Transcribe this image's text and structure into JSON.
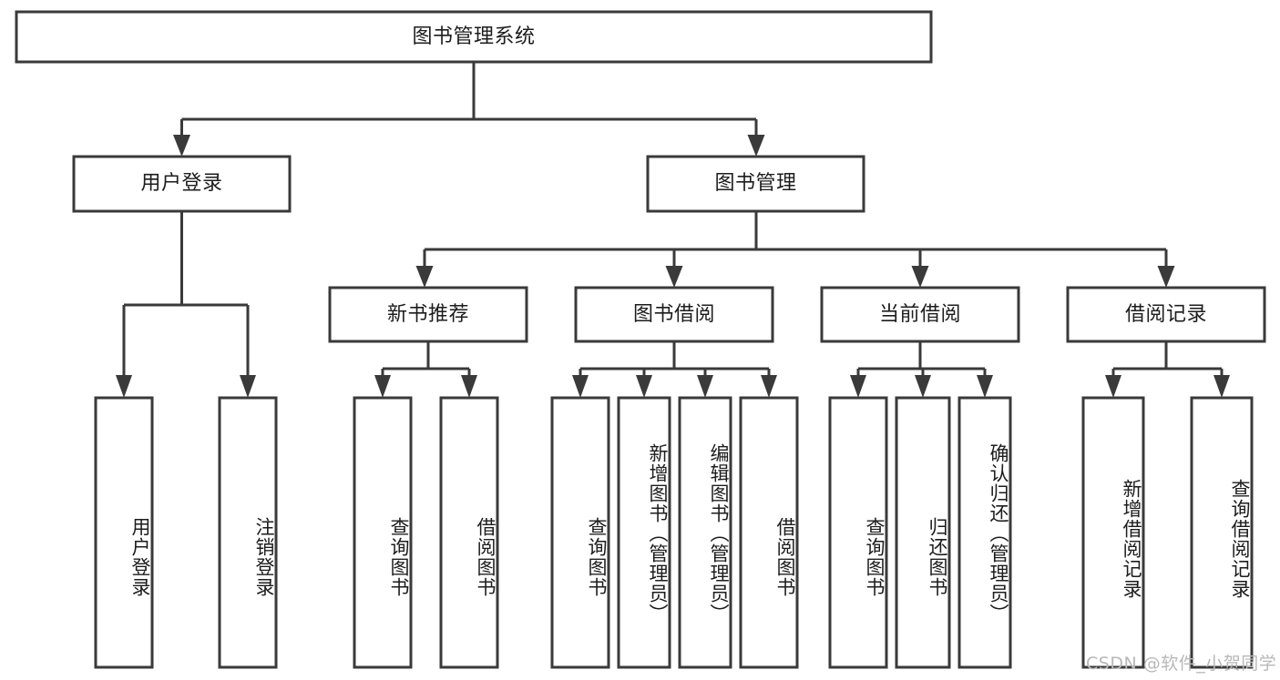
{
  "diagram": {
    "type": "tree-hierarchy-diagram",
    "title": "图书管理系统",
    "root": {
      "label": "图书管理系统",
      "children": [
        {
          "label": "用户登录",
          "children": [
            {
              "label": "用户登录"
            },
            {
              "label": "注销登录"
            }
          ]
        },
        {
          "label": "图书管理",
          "children": [
            {
              "label": "新书推荐",
              "children": [
                {
                  "label": "查询图书"
                },
                {
                  "label": "借阅图书"
                }
              ]
            },
            {
              "label": "图书借阅",
              "children": [
                {
                  "label": "查询图书"
                },
                {
                  "label": "新增图书（管理员）"
                },
                {
                  "label": "编辑图书（管理员）"
                },
                {
                  "label": "借阅图书"
                }
              ]
            },
            {
              "label": "当前借阅",
              "children": [
                {
                  "label": "查询图书"
                },
                {
                  "label": "归还图书"
                },
                {
                  "label": "确认归还（管理员）"
                }
              ]
            },
            {
              "label": "借阅记录",
              "children": [
                {
                  "label": "新增借阅记录"
                },
                {
                  "label": "查询借阅记录"
                }
              ]
            }
          ]
        }
      ]
    },
    "nodes": {
      "root": "图书管理系统",
      "l1_user_login": "用户登录",
      "l1_book_mgmt": "图书管理",
      "l2_new_book_rec": "新书推荐",
      "l2_book_borrow": "图书借阅",
      "l2_current_borrow": "当前借阅",
      "l2_borrow_record": "借阅记录",
      "leaf_user_login": "用户登录",
      "leaf_logout": "注销登录",
      "leaf_rec_query": "查询图书",
      "leaf_rec_borrow": "借阅图书",
      "leaf_borrow_query": "查询图书",
      "leaf_borrow_add": "新增图书（管理员）",
      "leaf_borrow_edit": "编辑图书（管理员）",
      "leaf_borrow_borrow": "借阅图书",
      "leaf_cur_query": "查询图书",
      "leaf_cur_return": "归还图书",
      "leaf_cur_confirm": "确认归还（管理员）",
      "leaf_rec_add": "新增借阅记录",
      "leaf_rec_search": "查询借阅记录"
    },
    "colors": {
      "background": "#ffffff",
      "box_fill": "#ffffff",
      "box_stroke": "#3a3a3a",
      "text": "#1c1c1c",
      "watermark": "#b8b8b8"
    },
    "watermark": "CSDN @软件_小贺同学"
  }
}
